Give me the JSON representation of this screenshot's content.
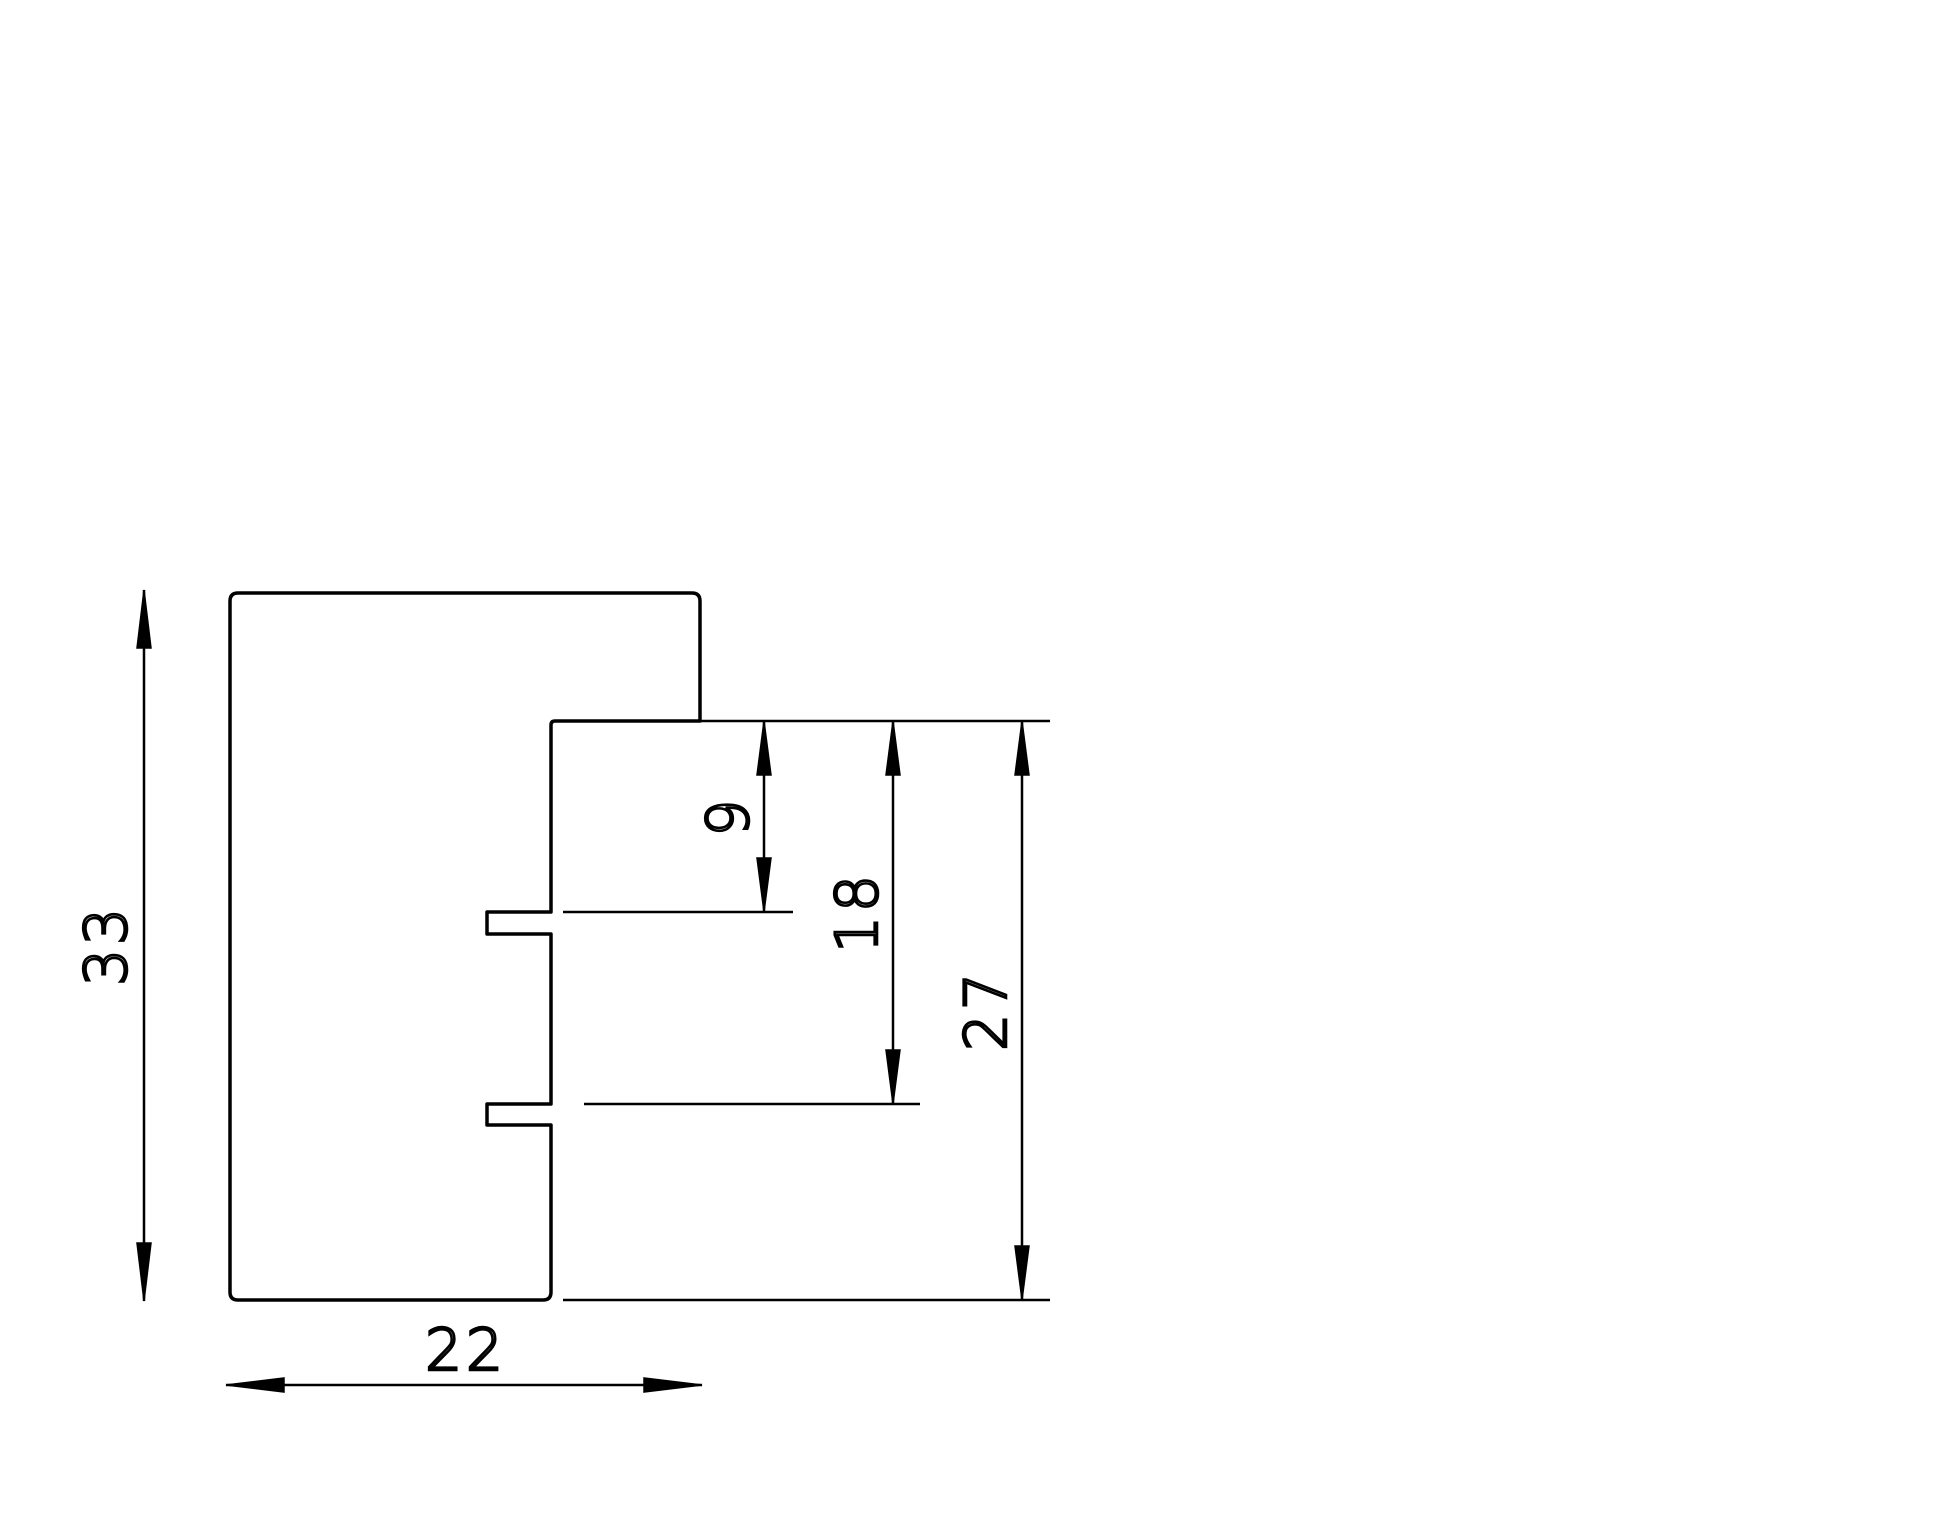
{
  "dimensions": {
    "overall_height": "33",
    "overall_width": "22",
    "groove_1_offset": "9",
    "groove_2_offset": "18",
    "rebate_depth": "27"
  }
}
